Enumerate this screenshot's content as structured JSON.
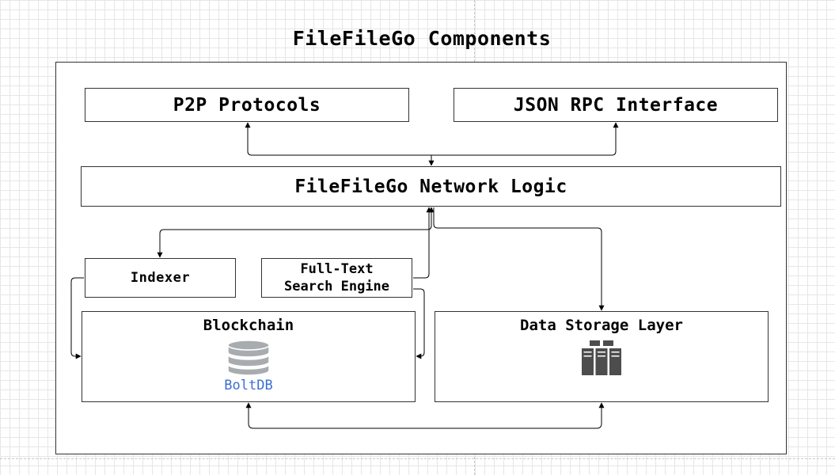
{
  "diagram": {
    "title": "FileFileGo Components",
    "nodes": {
      "p2p": "P2P Protocols",
      "jsonrpc": "JSON RPC Interface",
      "network_logic": "FileFileGo Network Logic",
      "indexer": "Indexer",
      "fulltext_line1": "Full-Text",
      "fulltext_line2": "Search Engine",
      "blockchain": "Blockchain",
      "boltdb": "BoltDB",
      "data_storage": "Data Storage Layer"
    },
    "edges": [
      {
        "from": "network_logic",
        "to": "p2p",
        "bidirectional": true
      },
      {
        "from": "network_logic",
        "to": "jsonrpc",
        "bidirectional": true
      },
      {
        "from": "network_logic",
        "to": "indexer",
        "bidirectional": false
      },
      {
        "from": "fulltext_search",
        "to": "network_logic",
        "bidirectional": true
      },
      {
        "from": "network_logic",
        "to": "data_storage",
        "bidirectional": false
      },
      {
        "from": "indexer",
        "to": "blockchain",
        "bidirectional": false
      },
      {
        "from": "fulltext_search",
        "to": "blockchain",
        "bidirectional": false
      },
      {
        "from": "blockchain",
        "to": "data_storage",
        "bidirectional": true
      }
    ],
    "colors": {
      "line": "#000000",
      "border": "#333333",
      "boltdb_text": "#3a6fd0",
      "db_icon": "#a9acaf",
      "server_icon": "#4d4d4d"
    }
  }
}
